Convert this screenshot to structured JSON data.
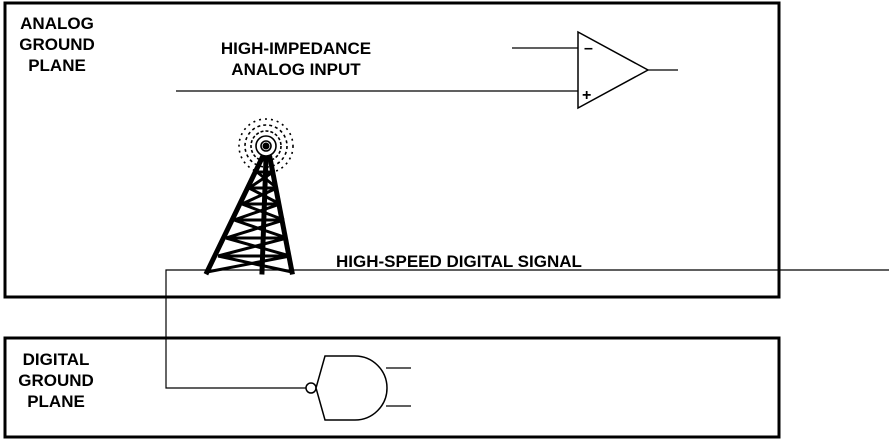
{
  "analog_plane": {
    "line1": "ANALOG",
    "line2": "GROUND",
    "line3": "PLANE"
  },
  "digital_plane": {
    "line1": "DIGITAL",
    "line2": "GROUND",
    "line3": "PLANE"
  },
  "analog_input": {
    "line1": "HIGH-IMPEDANCE",
    "line2": "ANALOG INPUT"
  },
  "digital_signal": {
    "label": "HIGH-SPEED DIGITAL SIGNAL"
  },
  "op_amp": {
    "minus": "–",
    "plus": "+"
  },
  "icons": {
    "antenna": "radio-tower-icon",
    "gate": "nand-gate-icon",
    "amplifier": "op-amp-icon"
  }
}
